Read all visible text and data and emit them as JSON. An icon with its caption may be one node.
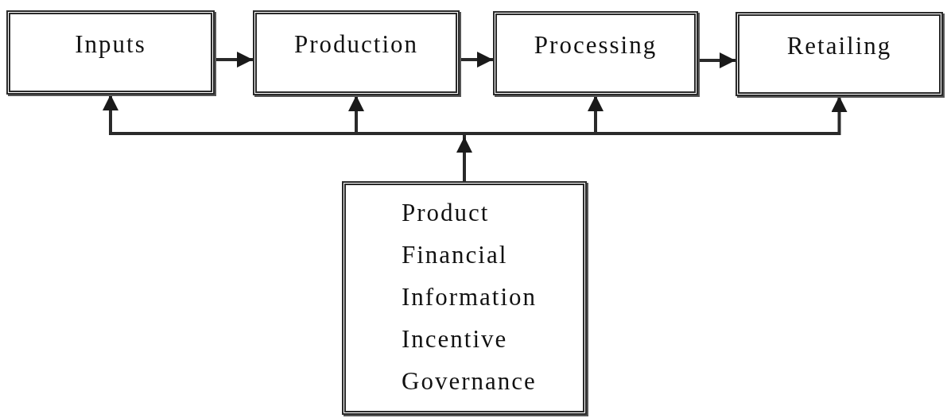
{
  "diagram": {
    "nodes": [
      {
        "text": [
          "Inputs"
        ]
      },
      {
        "text": [
          "Production"
        ]
      },
      {
        "text": [
          "Processing"
        ]
      },
      {
        "text": [
          "Retailing"
        ]
      },
      {
        "text": [
          "Product",
          "Financial",
          "Information",
          "Incentive",
          "Governance"
        ]
      }
    ],
    "edges": [
      {
        "from": 0,
        "to": 1,
        "arrow": "to"
      },
      {
        "from": 1,
        "to": 2,
        "arrow": "to"
      },
      {
        "from": 2,
        "to": 3,
        "arrow": "to"
      },
      {
        "from": 4,
        "to": 0,
        "arrow": "to"
      },
      {
        "from": 4,
        "to": 1,
        "arrow": "to"
      },
      {
        "from": 4,
        "to": 2,
        "arrow": "to"
      },
      {
        "from": 4,
        "to": 3,
        "arrow": "to"
      }
    ]
  }
}
